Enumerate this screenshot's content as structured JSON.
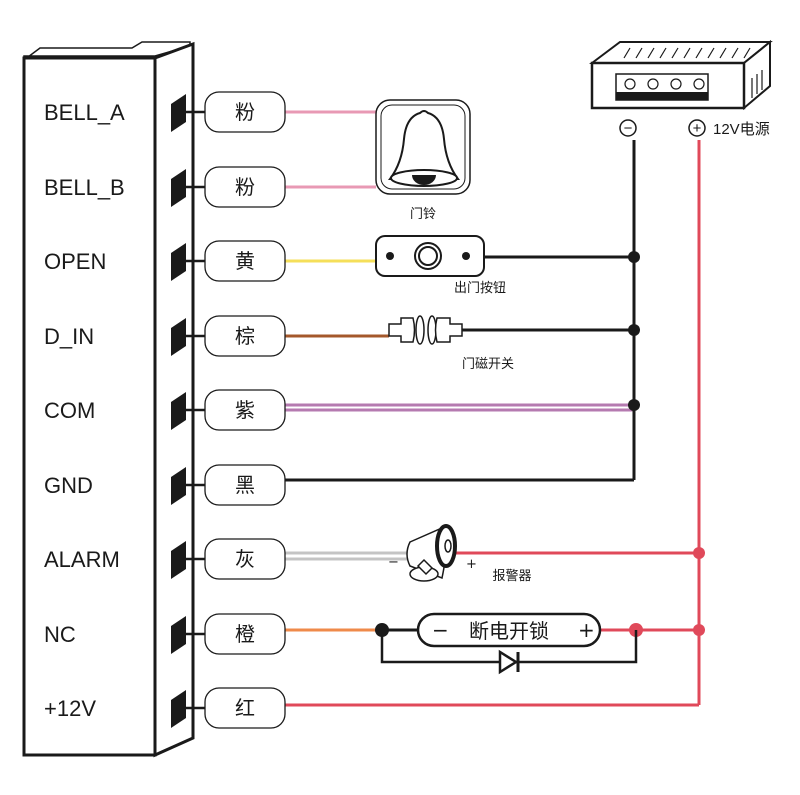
{
  "diagram": {
    "title": "Access control wiring diagram",
    "colors": {
      "pink": "#e899b4",
      "yellow": "#f5df5a",
      "brown": "#a4582b",
      "purple": "#b57ab0",
      "black": "#1a1a1a",
      "gray": "#c4c4c4",
      "orange": "#ef8a4a",
      "red": "#e0495a"
    },
    "terminals": [
      {
        "pin": "BELL_A",
        "wire": "粉",
        "color": "pink"
      },
      {
        "pin": "BELL_B",
        "wire": "粉",
        "color": "pink"
      },
      {
        "pin": "OPEN",
        "wire": "黄",
        "color": "yellow"
      },
      {
        "pin": "D_IN",
        "wire": "棕",
        "color": "brown"
      },
      {
        "pin": "COM",
        "wire": "紫",
        "color": "purple"
      },
      {
        "pin": "GND",
        "wire": "黑",
        "color": "black"
      },
      {
        "pin": "ALARM",
        "wire": "灰",
        "color": "gray"
      },
      {
        "pin": "NC",
        "wire": "橙",
        "color": "orange"
      },
      {
        "pin": "+12V",
        "wire": "红",
        "color": "red"
      }
    ],
    "devices": {
      "doorbell": {
        "icon": "bell-icon",
        "label": "门铃"
      },
      "exit_button": {
        "icon": "exit-button-icon",
        "label": "出门按钮"
      },
      "door_sensor": {
        "icon": "magnetic-sensor-icon",
        "label": "门磁开关"
      },
      "alarm": {
        "icon": "siren-icon",
        "label": "报警器",
        "minus": "−",
        "plus": "+"
      },
      "lock": {
        "label": "断电开锁",
        "minus": "−",
        "plus": "+",
        "diode": "diode-icon"
      },
      "power_supply": {
        "icon": "power-supply-icon",
        "minus": "−",
        "plus": "+",
        "label": "12V电源"
      }
    }
  }
}
